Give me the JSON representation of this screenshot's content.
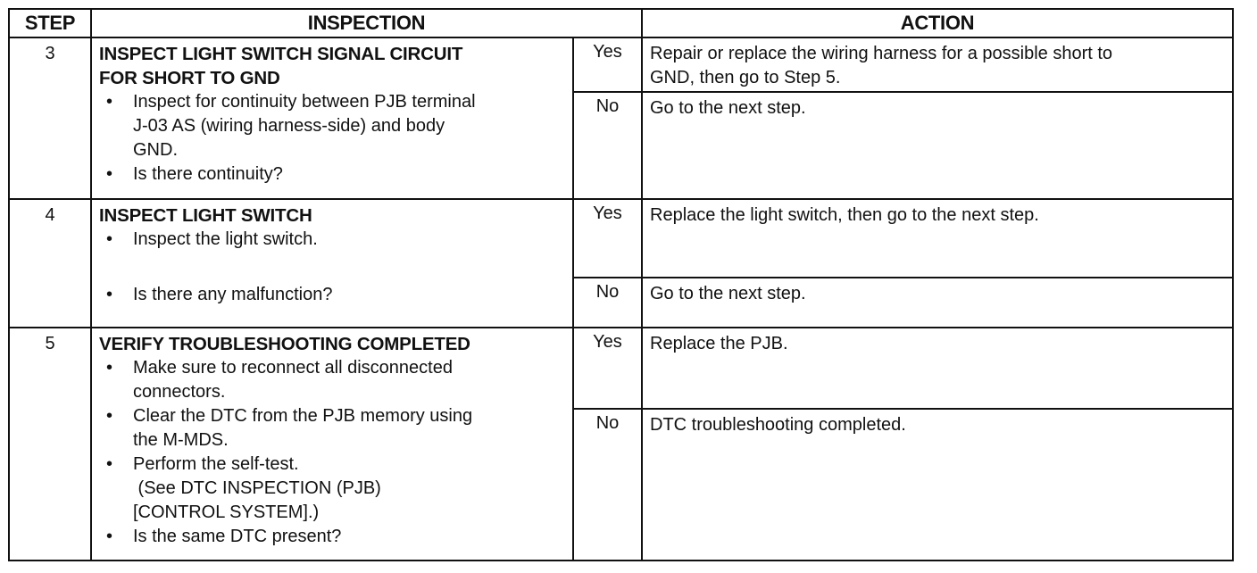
{
  "headers": {
    "step": "STEP",
    "inspection": "INSPECTION",
    "action": "ACTION"
  },
  "rows": [
    {
      "step": "3",
      "title_lines": [
        "INSPECT LIGHT SWITCH SIGNAL CIRCUIT",
        "FOR SHORT TO GND"
      ],
      "bullets": [
        [
          "Inspect for continuity between PJB terminal",
          "J-03 AS (wiring harness-side) and body",
          "GND."
        ],
        [
          "Is there continuity?"
        ]
      ],
      "yes_label": "Yes",
      "yes_action_lines": [
        "Repair or replace the wiring harness for a possible short to",
        "GND, then go to Step 5."
      ],
      "no_label": "No",
      "no_action": "Go to the next step."
    },
    {
      "step": "4",
      "title": "INSPECT LIGHT SWITCH",
      "bullet_1": "Inspect the light switch.",
      "bullet_2": "Is there any malfunction?",
      "yes_label": "Yes",
      "yes_action": "Replace the light switch, then go to the next step.",
      "no_label": "No",
      "no_action": "Go to the next step."
    },
    {
      "step": "5",
      "title": "VERIFY TROUBLESHOOTING COMPLETED",
      "bullets": [
        [
          "Make sure to reconnect all disconnected",
          "connectors."
        ],
        [
          "Clear the DTC from the PJB memory using",
          "the M-MDS."
        ],
        [
          "Perform the self-test.",
          " (See DTC INSPECTION (PJB)",
          "[CONTROL SYSTEM].)"
        ],
        [
          "Is the same DTC present?"
        ]
      ],
      "yes_label": "Yes",
      "yes_action": "Replace the PJB.",
      "no_label": "No",
      "no_action": "DTC troubleshooting completed."
    }
  ]
}
